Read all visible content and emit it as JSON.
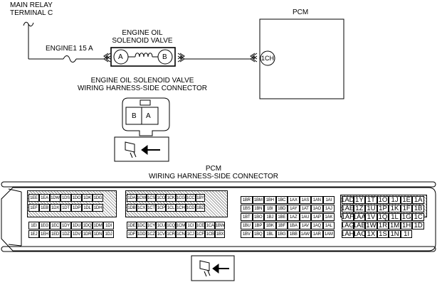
{
  "labels": {
    "main_relay": [
      "MAIN RELAY",
      "TERMINAL C"
    ],
    "fuse": "ENGINE1 15 A",
    "solenoid": [
      "ENGINE OIL",
      "SOLENOID VALVE"
    ],
    "pcm": "PCM",
    "pcm_terminal": "1CH",
    "terminal_a": "A",
    "terminal_b": "B",
    "solenoid_connector": [
      "ENGINE OIL SOLENOID VALVE",
      "WIRING HARNESS-SIDE CONNECTOR"
    ],
    "connector_view": [
      "B",
      "A"
    ],
    "pcm_connector": [
      "PCM",
      "WIRING HARNESS-SIDE CONNECTOR"
    ]
  },
  "icons": {
    "plug_icon": "connector-plug-with-arrow-icon",
    "coil_icon": "solenoid-coil-icon",
    "fuse_icon": "fuse-icon"
  },
  "pcm_connector": {
    "groups": [
      {
        "rows": [
          [
            "1EE",
            "1EA",
            "1DW",
            "1DS",
            "1DO",
            "1DK",
            "1DG"
          ],
          [
            "1EF",
            "1EB",
            "1DX",
            "1DT",
            "1DP",
            "1DL",
            "1DH"
          ],
          [
            "1EI",
            "1EG",
            "1EC",
            "1DY",
            "1DU",
            "1DQ",
            "1DM",
            "1DI"
          ],
          [
            "1EJ",
            "1EH",
            "1ED",
            "1DZ",
            "1DV",
            "1DR",
            "1DN",
            "1DJ"
          ]
        ]
      },
      {
        "rows": [
          [
            "1DA",
            "1CW",
            "1CS",
            "1CO",
            "1CK",
            "1CG",
            "1CC",
            "1BY"
          ],
          [
            "1DB",
            "1CX",
            "1CT",
            "1CP",
            "1CL",
            "1CH",
            "1CD",
            "1BZ"
          ],
          [
            "1DE",
            "1DC",
            "1CY",
            "1CU",
            "1CQ",
            "1CM",
            "1CI",
            "1CE",
            "1CA",
            "1BW"
          ],
          [
            "1DF",
            "1DD",
            "1CZ",
            "1CV",
            "1CR",
            "1CN",
            "1CJ",
            "1CF",
            "1CB",
            "1BX"
          ]
        ]
      },
      {
        "rows": [
          [
            "1BR",
            "1BM",
            "1BH",
            "1BC",
            "1AX",
            "1AS",
            "1AN",
            "1AI"
          ],
          [
            "1BS",
            "1BN",
            "1BI",
            "1BD",
            "1AY",
            "1AT",
            "1AO",
            "1AJ"
          ],
          [
            "1BT",
            "1BO",
            "1BJ",
            "1BE",
            "1AZ",
            "1AU",
            "1AP",
            "1AK"
          ],
          [
            "1BU",
            "1BP",
            "1BK",
            "1BF",
            "1BA",
            "1AV",
            "1AQ",
            "1AL"
          ],
          [
            "1BV",
            "1BQ",
            "1BL",
            "1BG",
            "1BB",
            "1AW",
            "1AR",
            "1AM"
          ]
        ]
      },
      {
        "rows": [
          [
            "1AD",
            "1Y",
            "1T",
            "1O",
            "1J",
            "1E",
            "1A"
          ],
          [
            "1AE",
            "1Z",
            "1U",
            "1P",
            "1K",
            "1F",
            "1B"
          ],
          [
            "1AF",
            "1AA",
            "1V",
            "1Q",
            "1L",
            "1G",
            "1C"
          ],
          [
            "1AG",
            "1AB",
            "1W",
            "1R",
            "1M",
            "1H",
            "1D"
          ],
          [
            "1AH",
            "1AC",
            "1X",
            "1S",
            "1N",
            "1I",
            ""
          ]
        ]
      }
    ]
  }
}
